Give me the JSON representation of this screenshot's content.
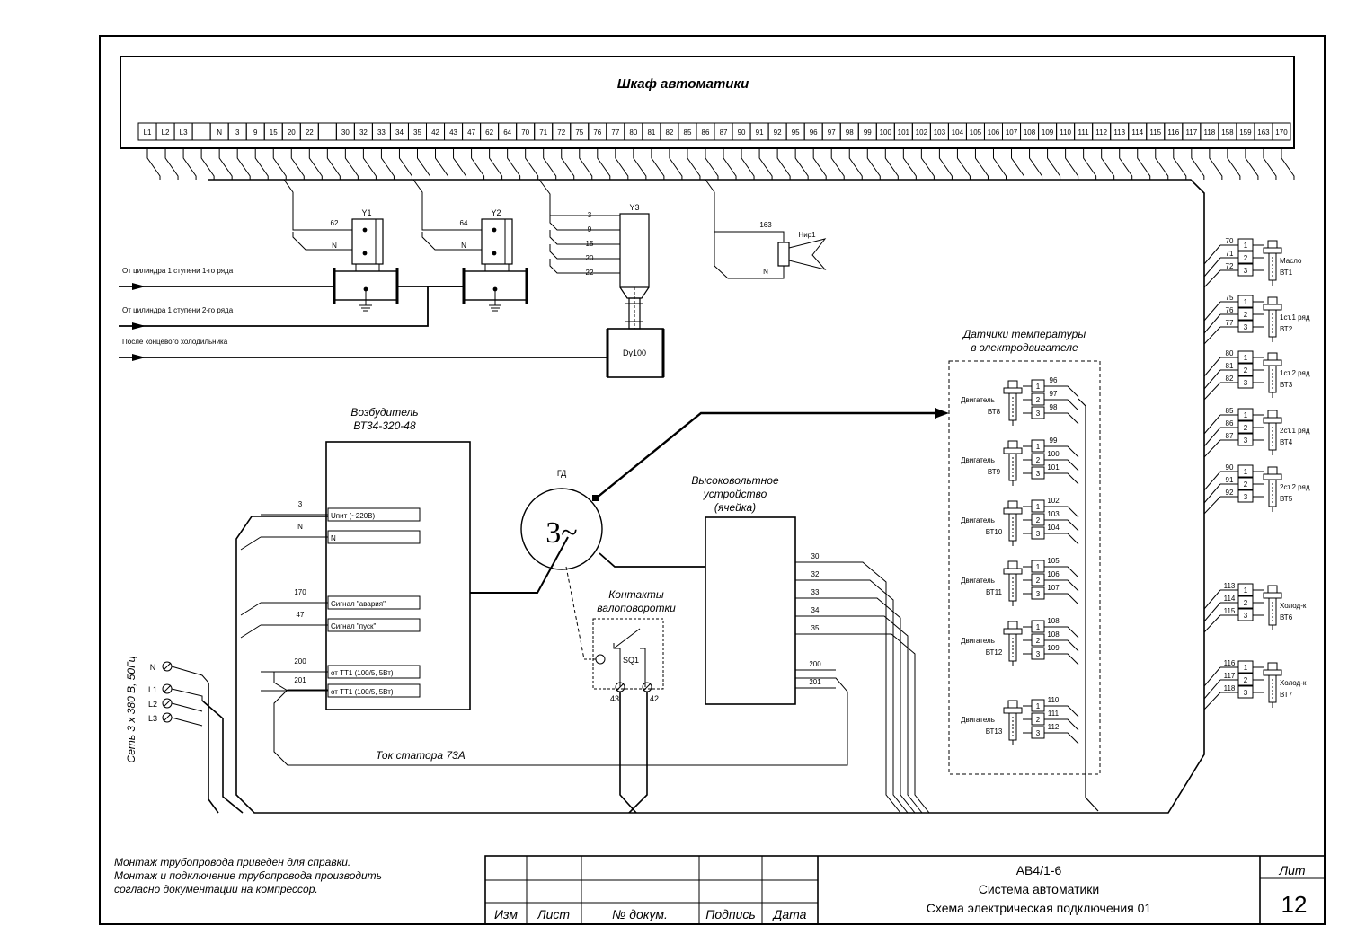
{
  "cabinet": {
    "title": "Шкаф автоматики",
    "terminals": [
      "L1",
      "L2",
      "L3",
      "",
      "N",
      "3",
      "9",
      "15",
      "20",
      "22",
      "",
      "30",
      "32",
      "33",
      "34",
      "35",
      "42",
      "43",
      "47",
      "62",
      "64",
      "70",
      "71",
      "72",
      "75",
      "76",
      "77",
      "80",
      "81",
      "82",
      "85",
      "86",
      "87",
      "90",
      "91",
      "92",
      "95",
      "96",
      "97",
      "98",
      "99",
      "100",
      "101",
      "102",
      "103",
      "104",
      "105",
      "106",
      "107",
      "108",
      "109",
      "110",
      "111",
      "112",
      "113",
      "114",
      "115",
      "116",
      "117",
      "118",
      "158",
      "159",
      "163",
      "170"
    ]
  },
  "valves": [
    {
      "name": "Y1",
      "top": "62",
      "bottom": "N"
    },
    {
      "name": "Y2",
      "top": "64",
      "bottom": "N"
    }
  ],
  "valve3": {
    "name": "Y3",
    "wires": [
      "3",
      "9",
      "15",
      "20",
      "22"
    ],
    "flow": "Dy100"
  },
  "horn": {
    "name": "Нир1",
    "top": "163",
    "bottom": "N"
  },
  "pipes": [
    "От цилиндра 1 ступени 1-го ряда",
    "От цилиндра 1 ступени 2-го ряда",
    "После концевого холодильника"
  ],
  "right_sensors": [
    {
      "wires": [
        "70",
        "71",
        "72"
      ],
      "label1": "Масло",
      "label2": "ВТ1"
    },
    {
      "wires": [
        "75",
        "76",
        "77"
      ],
      "label1": "1ст.1 ряд",
      "label2": "ВТ2"
    },
    {
      "wires": [
        "80",
        "81",
        "82"
      ],
      "label1": "1ст.2 ряд",
      "label2": "ВТ3"
    },
    {
      "wires": [
        "85",
        "86",
        "87"
      ],
      "label1": "2ст.1 ряд",
      "label2": "ВТ4"
    },
    {
      "wires": [
        "90",
        "91",
        "92"
      ],
      "label1": "2ст.2 ряд",
      "label2": "ВТ5"
    },
    {
      "wires": [
        "113",
        "114",
        "115"
      ],
      "label1": "Холод-к",
      "label2": "ВТ6"
    },
    {
      "wires": [
        "116",
        "117",
        "118"
      ],
      "label1": "Холод-к",
      "label2": "ВТ7"
    }
  ],
  "motor_sensors": {
    "title1": "Датчики температуры",
    "title2": "в электродвигателе",
    "items": [
      {
        "label1": "Двигатель",
        "label2": "ВТ8",
        "wires": [
          "96",
          "97",
          "98"
        ]
      },
      {
        "label1": "Двигатель",
        "label2": "ВТ9",
        "wires": [
          "99",
          "100",
          "101"
        ]
      },
      {
        "label1": "Двигатель",
        "label2": "ВТ10",
        "wires": [
          "102",
          "103",
          "104"
        ]
      },
      {
        "label1": "Двигатель",
        "label2": "ВТ11",
        "wires": [
          "105",
          "106",
          "107"
        ]
      },
      {
        "label1": "Двигатель",
        "label2": "ВТ12",
        "wires": [
          "108",
          "108",
          "109"
        ]
      },
      {
        "label1": "Двигатель",
        "label2": "ВТ13",
        "wires": [
          "110",
          "111",
          "112"
        ]
      }
    ],
    "pins": [
      "1",
      "2",
      "3"
    ]
  },
  "exciter": {
    "title1": "Возбудитель",
    "title2": "ВТ34-320-48",
    "rows": [
      {
        "wire": "3",
        "label": "Uпит (~220В)"
      },
      {
        "wire": "N",
        "label": "N"
      },
      {
        "wire": "170",
        "label": "Сигнал \"авария\""
      },
      {
        "wire": "47",
        "label": "Сигнал \"пуск\""
      },
      {
        "wire": "200",
        "label": "от ТТ1 (100/5, 5Вт)"
      },
      {
        "wire": "201",
        "label": "от ТТ1 (100/5, 5Вт)"
      }
    ]
  },
  "motor": {
    "label": "ГД",
    "symbol": "3~"
  },
  "contacts": {
    "title1": "Контакты",
    "title2": "валоповоротки",
    "switch": "SQ1",
    "t1": "43",
    "t2": "42"
  },
  "hv": {
    "title1": "Высоковольтное",
    "title2": "устройство",
    "title3": "(ячейка)",
    "wires": [
      "30",
      "32",
      "33",
      "34",
      "35",
      "200",
      "201"
    ]
  },
  "stator": "Ток статора 73А",
  "supply": {
    "label": "Сеть 3 х 380 В, 50Гц",
    "terms": [
      "N",
      "L1",
      "L2",
      "L3"
    ]
  },
  "notes": [
    "Монтаж трубопровода приведен для справки.",
    "Монтаж и подключение трубопровода производить",
    "согласно документации на компрессор."
  ],
  "stamp": {
    "cols": [
      "Изм",
      "Лист",
      "№ докум.",
      "Подпись",
      "Дата"
    ],
    "code": "АВ4/1-6",
    "title1": "Система автоматики",
    "title2": "Схема электрическая подключения 01",
    "lit": "Лит",
    "sheet": "12"
  }
}
